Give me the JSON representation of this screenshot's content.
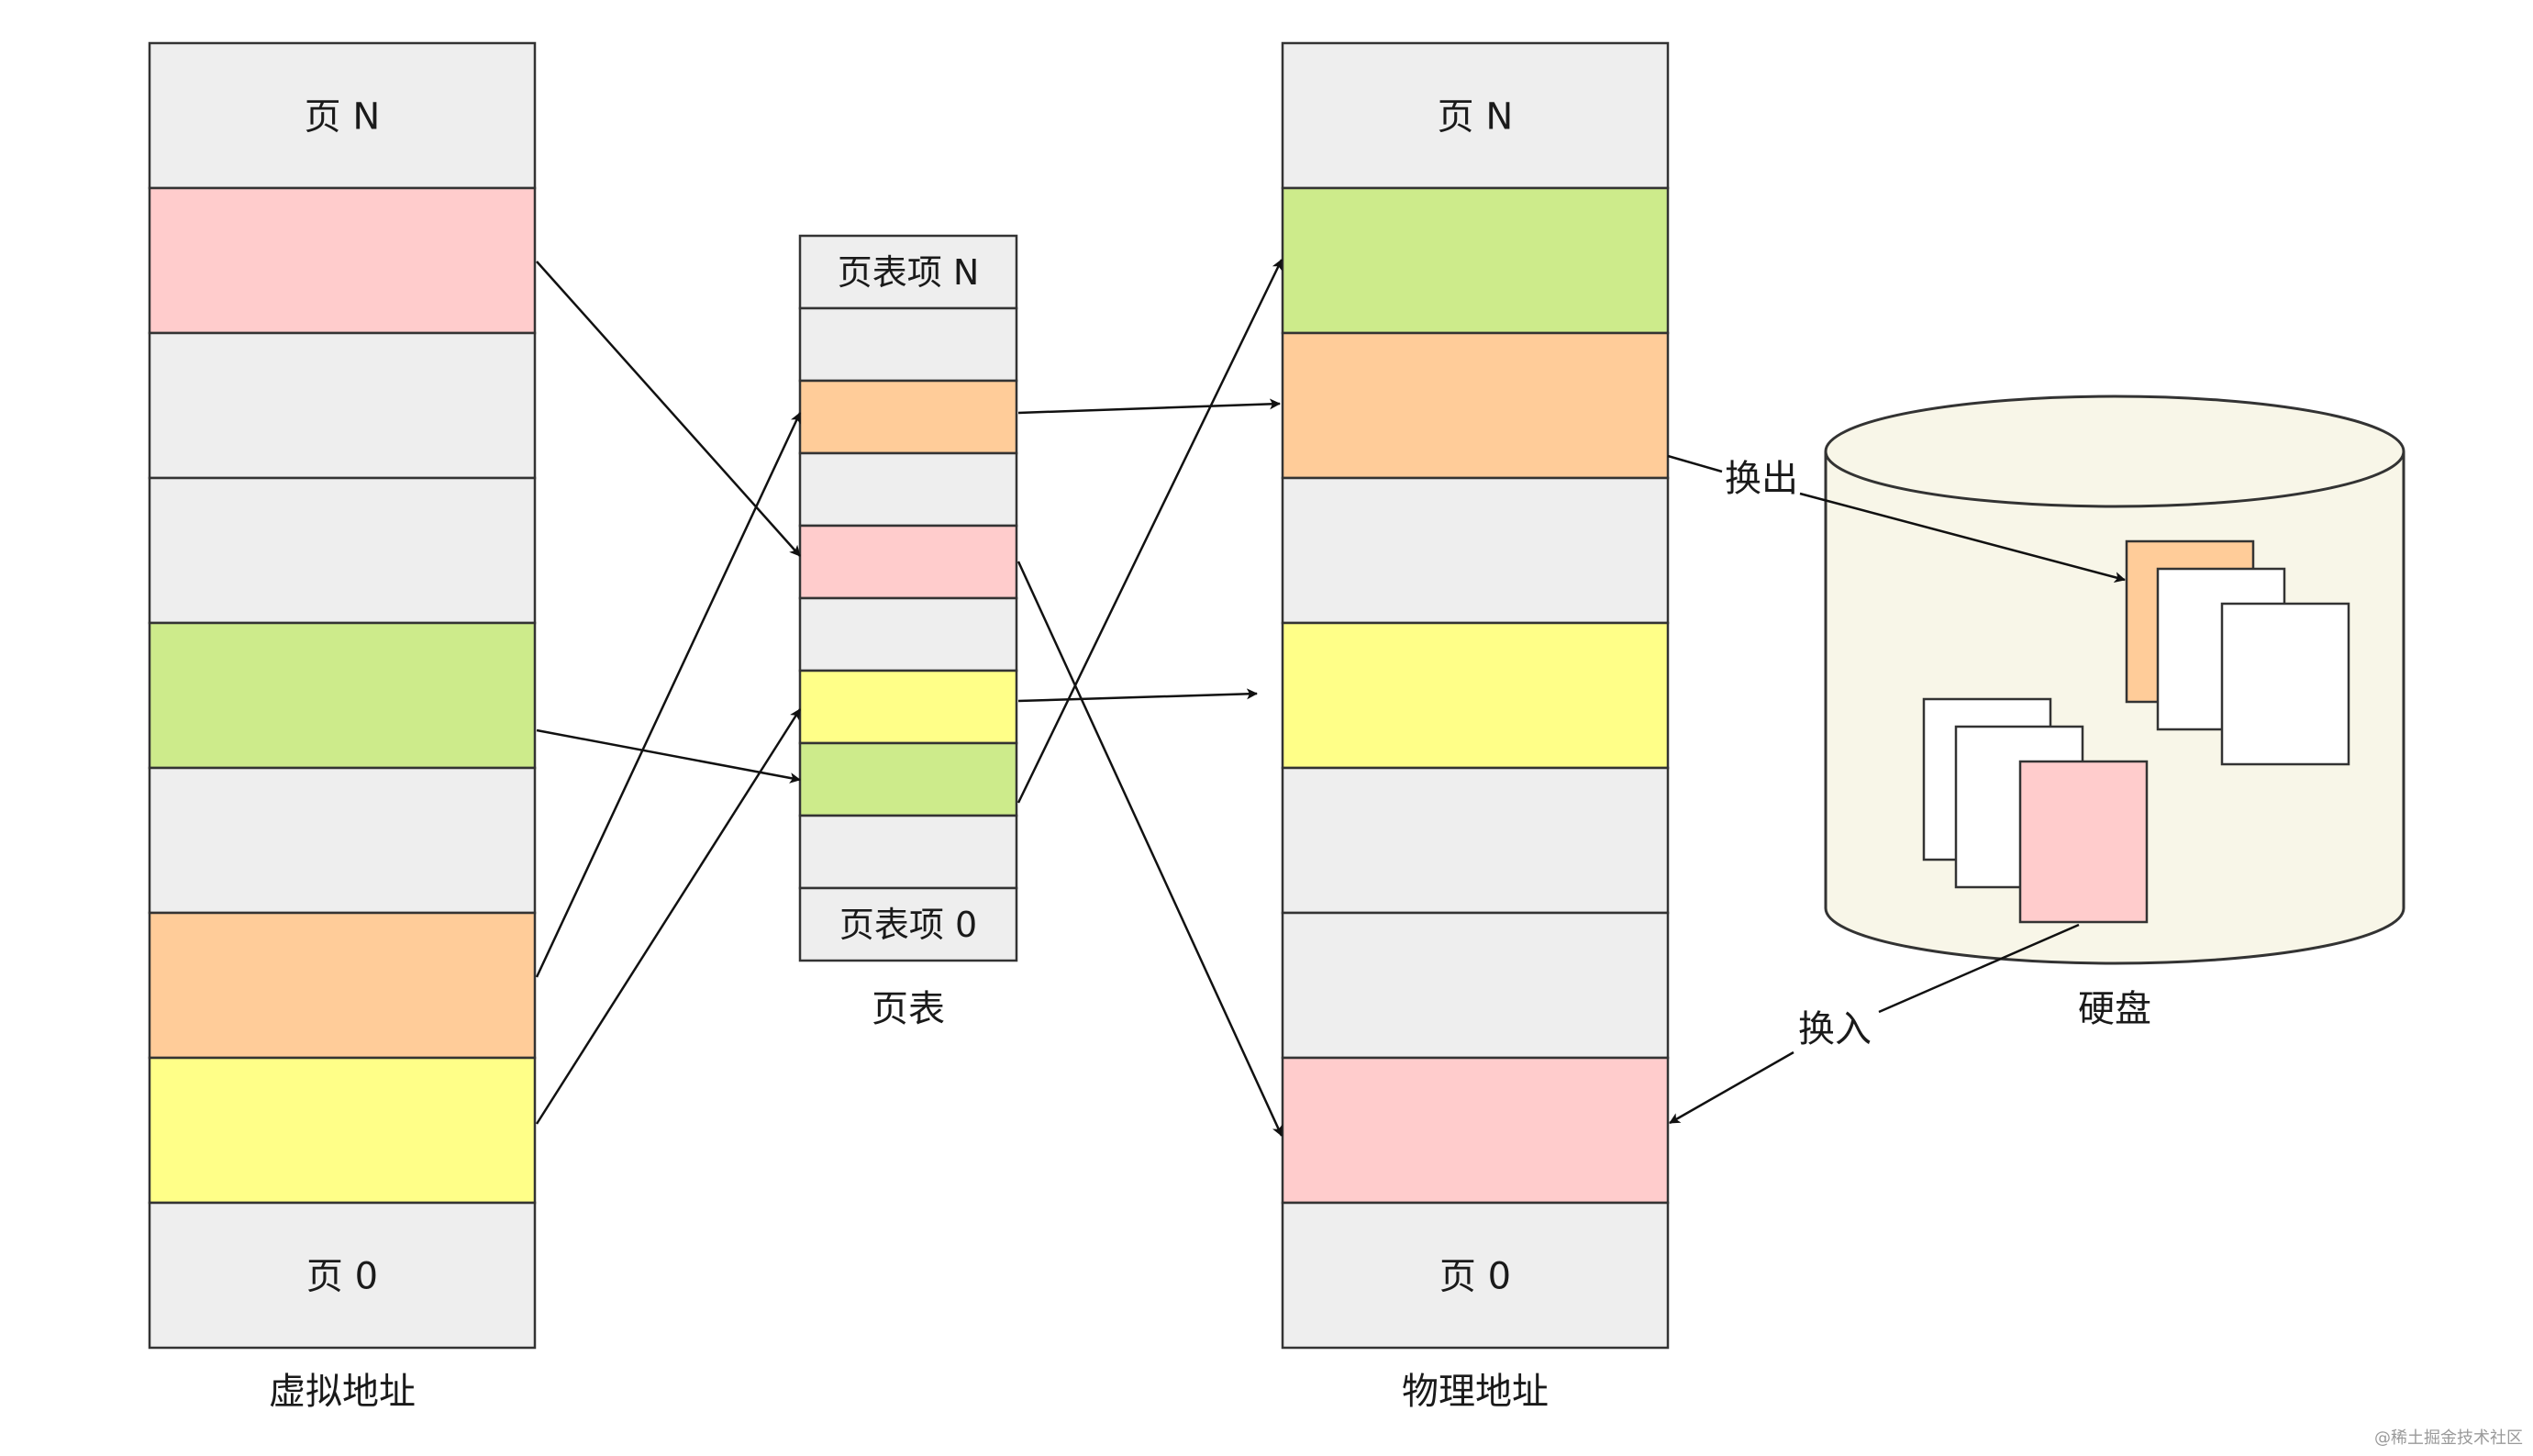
{
  "colors": {
    "empty": "#eeeeee",
    "pink": "#ffcccc",
    "green": "#cdeb8b",
    "orange": "#ffcc99",
    "yellow": "#ffff88",
    "disk": "#f8f6e8",
    "white": "#ffffff",
    "stroke": "#333333"
  },
  "virtual": {
    "caption": "虚拟地址",
    "cells": [
      {
        "label": "页 N",
        "color": "empty"
      },
      {
        "label": "",
        "color": "pink"
      },
      {
        "label": "",
        "color": "empty"
      },
      {
        "label": "",
        "color": "empty"
      },
      {
        "label": "",
        "color": "green"
      },
      {
        "label": "",
        "color": "empty"
      },
      {
        "label": "",
        "color": "orange"
      },
      {
        "label": "",
        "color": "yellow"
      },
      {
        "label": "页 0",
        "color": "empty"
      }
    ]
  },
  "page_table": {
    "caption": "页表",
    "cells": [
      {
        "label": "页表项 N",
        "color": "empty"
      },
      {
        "label": "",
        "color": "empty"
      },
      {
        "label": "",
        "color": "orange"
      },
      {
        "label": "",
        "color": "empty"
      },
      {
        "label": "",
        "color": "pink"
      },
      {
        "label": "",
        "color": "empty"
      },
      {
        "label": "",
        "color": "yellow"
      },
      {
        "label": "",
        "color": "green"
      },
      {
        "label": "",
        "color": "empty"
      },
      {
        "label": "页表项 0",
        "color": "empty"
      }
    ]
  },
  "physical": {
    "caption": "物理地址",
    "cells": [
      {
        "label": "页 N",
        "color": "empty"
      },
      {
        "label": "",
        "color": "green"
      },
      {
        "label": "",
        "color": "orange"
      },
      {
        "label": "",
        "color": "empty"
      },
      {
        "label": "",
        "color": "yellow"
      },
      {
        "label": "",
        "color": "empty"
      },
      {
        "label": "",
        "color": "empty"
      },
      {
        "label": "",
        "color": "pink"
      },
      {
        "label": "页 0",
        "color": "empty"
      }
    ]
  },
  "disk": {
    "caption": "硬盘",
    "swap_out_label": "换出",
    "swap_in_label": "换入"
  },
  "watermark": "@稀土掘金技术社区"
}
